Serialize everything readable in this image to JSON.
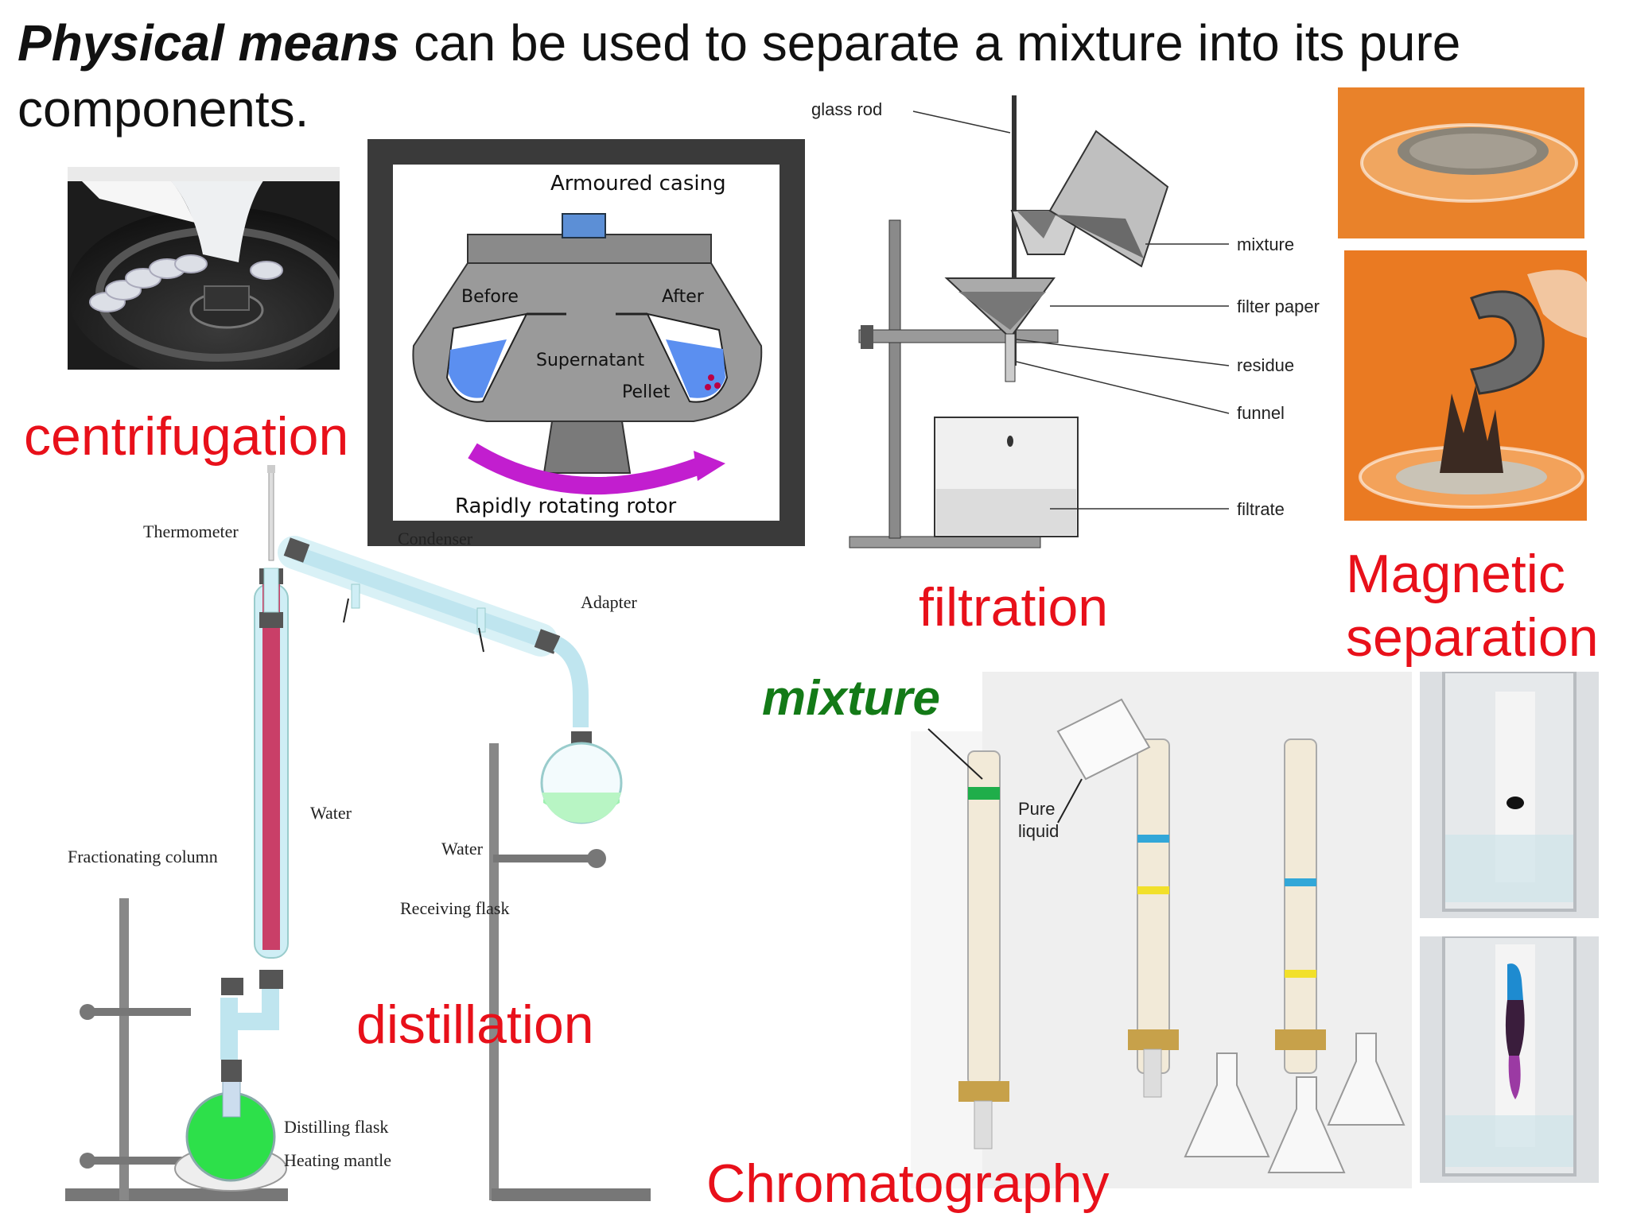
{
  "title": {
    "emphasis": "Physical means",
    "rest_line1": " can be used to separate a mixture into its pure",
    "line2": "components."
  },
  "labels": {
    "centrifugation": "centrifugation",
    "filtration": "filtration",
    "magnetic_line1": "Magnetic",
    "magnetic_line2": "separation",
    "distillation": "distillation",
    "chromatography": "Chromatography",
    "mixture": "mixture"
  },
  "centrifuge": {
    "casing": "Armoured casing",
    "before": "Before",
    "after": "After",
    "supernatant": "Supernatant",
    "pellet": "Pellet",
    "rotor": "Rapidly rotating rotor"
  },
  "filtration": {
    "glass_rod": "glass rod",
    "mixture": "mixture",
    "filter_paper": "filter paper",
    "residue": "residue",
    "funnel": "funnel",
    "filtrate": "filtrate"
  },
  "distillation": {
    "thermometer": "Thermometer",
    "condenser": "Condenser",
    "adapter": "Adapter",
    "water_in": "Water",
    "water_out": "Water",
    "fractionating_column": "Fractionating column",
    "receiving_flask": "Receiving flask",
    "distilling_flask": "Distilling flask",
    "heating_mantle": "Heating mantle"
  },
  "chromatography": {
    "pure_liquid_line1": "Pure",
    "pure_liquid_line2": "liquid"
  },
  "colors": {
    "label_red": "#e8101a",
    "label_green": "#137a17",
    "liquid_green": "#22e04a",
    "bead_red": "#c8204f",
    "orange_bg": "#e9822a"
  }
}
